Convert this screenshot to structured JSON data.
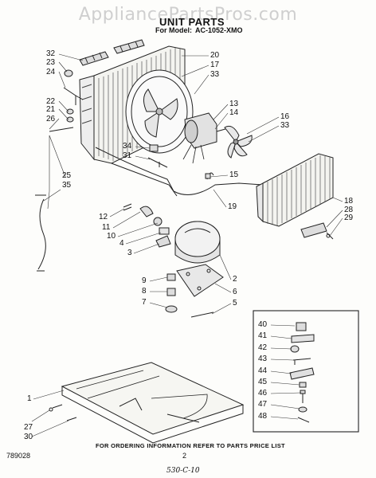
{
  "watermark": "AppliancePartsPros.com",
  "title": "UNIT PARTS",
  "model_label": "For Model:",
  "model_number": "AC-1052-XMO",
  "footer_note": "FOR ORDERING INFORMATION REFER TO PARTS PRICE LIST",
  "doc_code": "789028",
  "page_number": "2",
  "handwritten_note": "530-C-10",
  "callouts": [
    "32",
    "23",
    "24",
    "22",
    "21",
    "26",
    "25",
    "35",
    "20",
    "17",
    "33",
    "13",
    "14",
    "16",
    "33",
    "34",
    "31",
    "15",
    "18",
    "28",
    "29",
    "12",
    "11",
    "10",
    "4",
    "3",
    "19",
    "2",
    "9",
    "8",
    "7",
    "6",
    "5",
    "40",
    "41",
    "42",
    "43",
    "44",
    "45",
    "46",
    "47",
    "48",
    "1",
    "27",
    "30"
  ]
}
